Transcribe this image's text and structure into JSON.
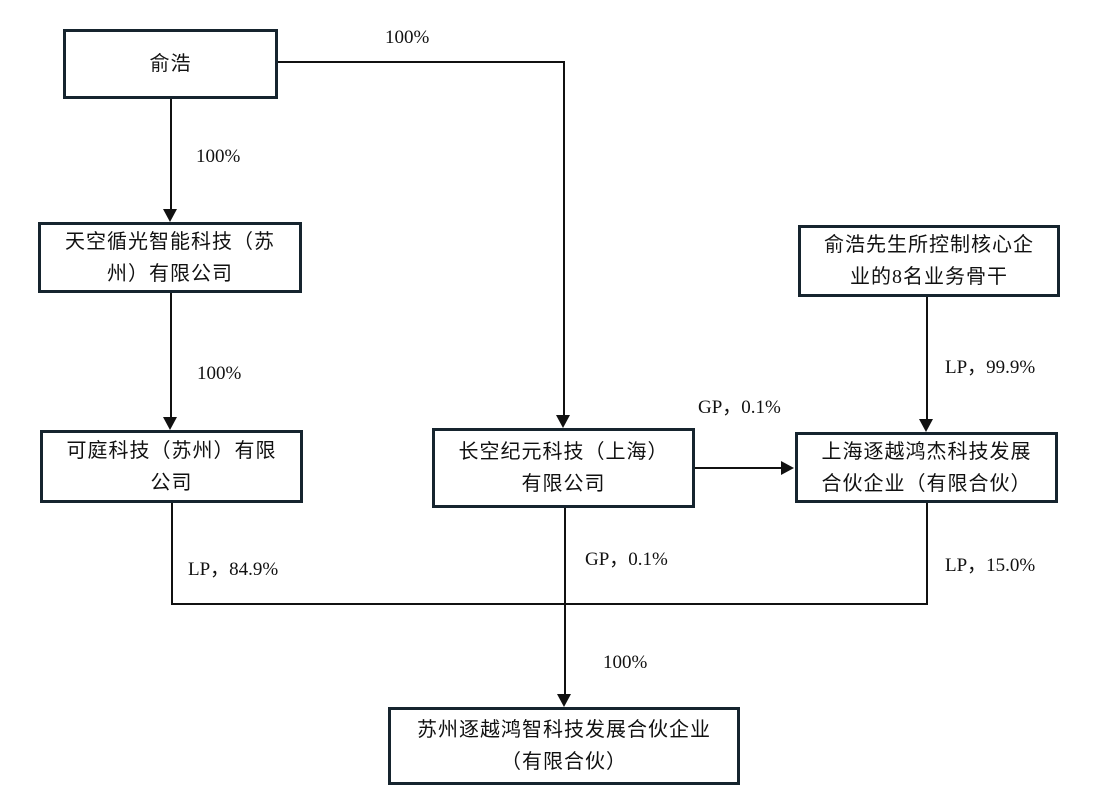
{
  "diagram": {
    "title": "equity-structure-chart",
    "colors": {
      "background": "#ffffff",
      "box_border": "#16242e",
      "line": "#111111",
      "text": "#111111"
    },
    "nodes": {
      "yuhao": {
        "lines": [
          "俞浩"
        ]
      },
      "tiankong": {
        "lines": [
          "天空循光智能科技（苏",
          "州）有限公司"
        ]
      },
      "keting": {
        "lines": [
          "可庭科技（苏州）有限",
          "公司"
        ]
      },
      "changkong": {
        "lines": [
          "长空纪元科技（上海）",
          "有限公司"
        ]
      },
      "backbone": {
        "lines": [
          "俞浩先生所控制核心企",
          "业的8名业务骨干"
        ]
      },
      "shanghai": {
        "lines": [
          "上海逐越鸿杰科技发展",
          "合伙企业（有限合伙）"
        ]
      },
      "suzhou": {
        "lines": [
          "苏州逐越鸿智科技发展合伙企业",
          "（有限合伙）"
        ]
      }
    },
    "edges": {
      "yuhao_to_tiankong": {
        "label": "100%"
      },
      "tiankong_to_keting": {
        "label": "100%"
      },
      "yuhao_to_changkong": {
        "label": "100%"
      },
      "backbone_to_shanghai": {
        "label": "LP，99.9%"
      },
      "changkong_to_shanghai": {
        "label": "GP，0.1%"
      },
      "keting_to_merge": {
        "label": "LP，84.9%"
      },
      "changkong_to_merge": {
        "label": "GP，0.1%"
      },
      "shanghai_to_merge": {
        "label": "LP，15.0%"
      },
      "merge_to_suzhou": {
        "label": "100%"
      }
    }
  }
}
